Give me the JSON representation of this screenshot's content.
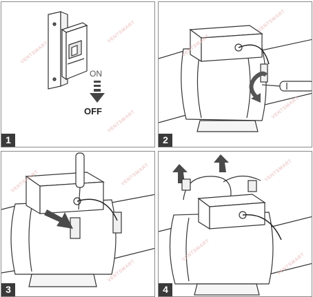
{
  "steps": [
    "1",
    "2",
    "3",
    "4"
  ],
  "switch_labels": {
    "on": "ON",
    "off": "OFF"
  },
  "watermark": "VENTSMART",
  "colors": {
    "frame": "#8a8a8a",
    "step_bg": "#3a3a3a",
    "line": "#333333",
    "arrow": "#4a4a4a"
  },
  "icons": [
    "breaker-switch-icon",
    "down-arrow-icon",
    "rotate-arrow-icon",
    "screwdriver-icon",
    "push-arrow-icon",
    "up-arrow-icon"
  ]
}
